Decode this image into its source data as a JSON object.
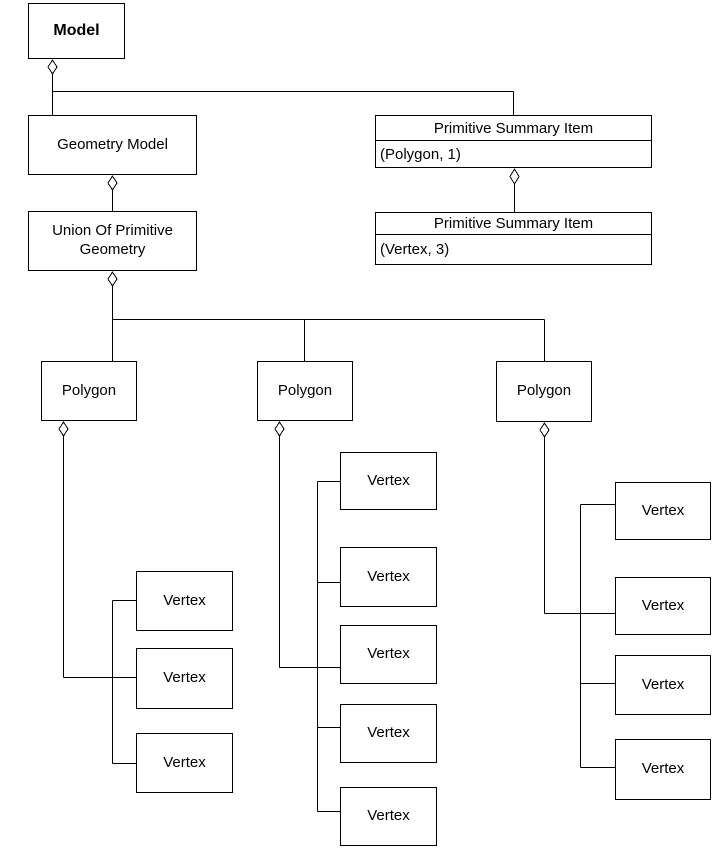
{
  "diagram": {
    "colors": {
      "background": "#ffffff",
      "line": "#000000",
      "box_fill": "#ffffff",
      "text": "#000000"
    },
    "connector_glyph": "hollow-aggregation-diamond",
    "model": {
      "label": "Model"
    },
    "geometry_model": {
      "label": "Geometry Model"
    },
    "union_of_primitive_geometry": {
      "label": "Union Of Primitive Geometry"
    },
    "summary_items": [
      {
        "title": "Primitive Summary Item",
        "value": "(Polygon, 1)"
      },
      {
        "title": "Primitive Summary Item",
        "value": "(Vertex, 3)"
      }
    ],
    "polygons": [
      {
        "label": "Polygon",
        "vertices": [
          "Vertex",
          "Vertex",
          "Vertex"
        ]
      },
      {
        "label": "Polygon",
        "vertices": [
          "Vertex",
          "Vertex",
          "Vertex",
          "Vertex",
          "Vertex"
        ]
      },
      {
        "label": "Polygon",
        "vertices": [
          "Vertex",
          "Vertex",
          "Vertex",
          "Vertex"
        ]
      }
    ]
  }
}
